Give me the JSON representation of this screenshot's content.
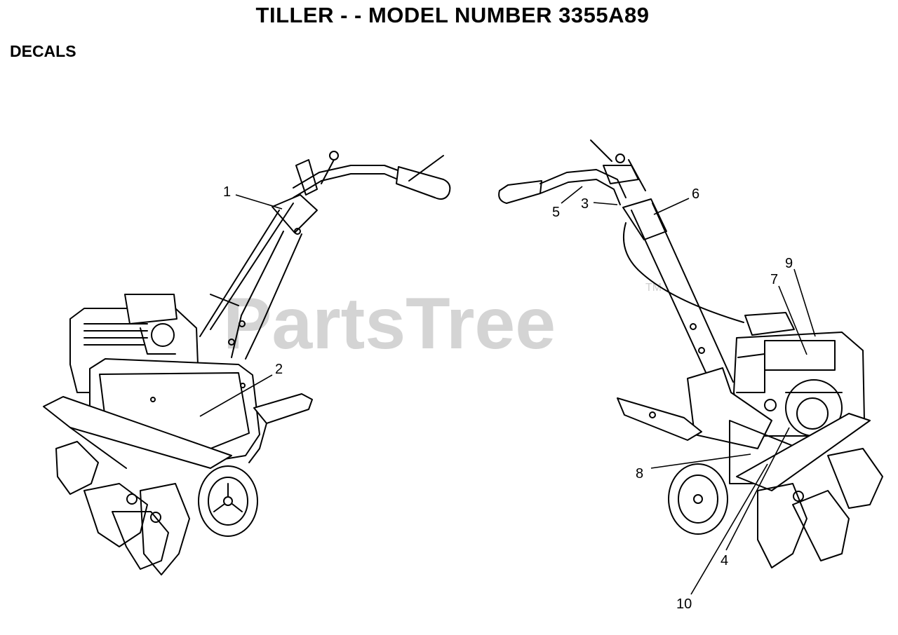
{
  "title": "TILLER - - MODEL NUMBER 3355A89",
  "section": "DECALS",
  "watermark": "PartsTree",
  "watermark_mark": "TM",
  "callouts": {
    "c1": "1",
    "c2": "2",
    "c3": "3",
    "c4": "4",
    "c5": "5",
    "c6": "6",
    "c7": "7",
    "c8": "8",
    "c9": "9",
    "c10": "10"
  }
}
